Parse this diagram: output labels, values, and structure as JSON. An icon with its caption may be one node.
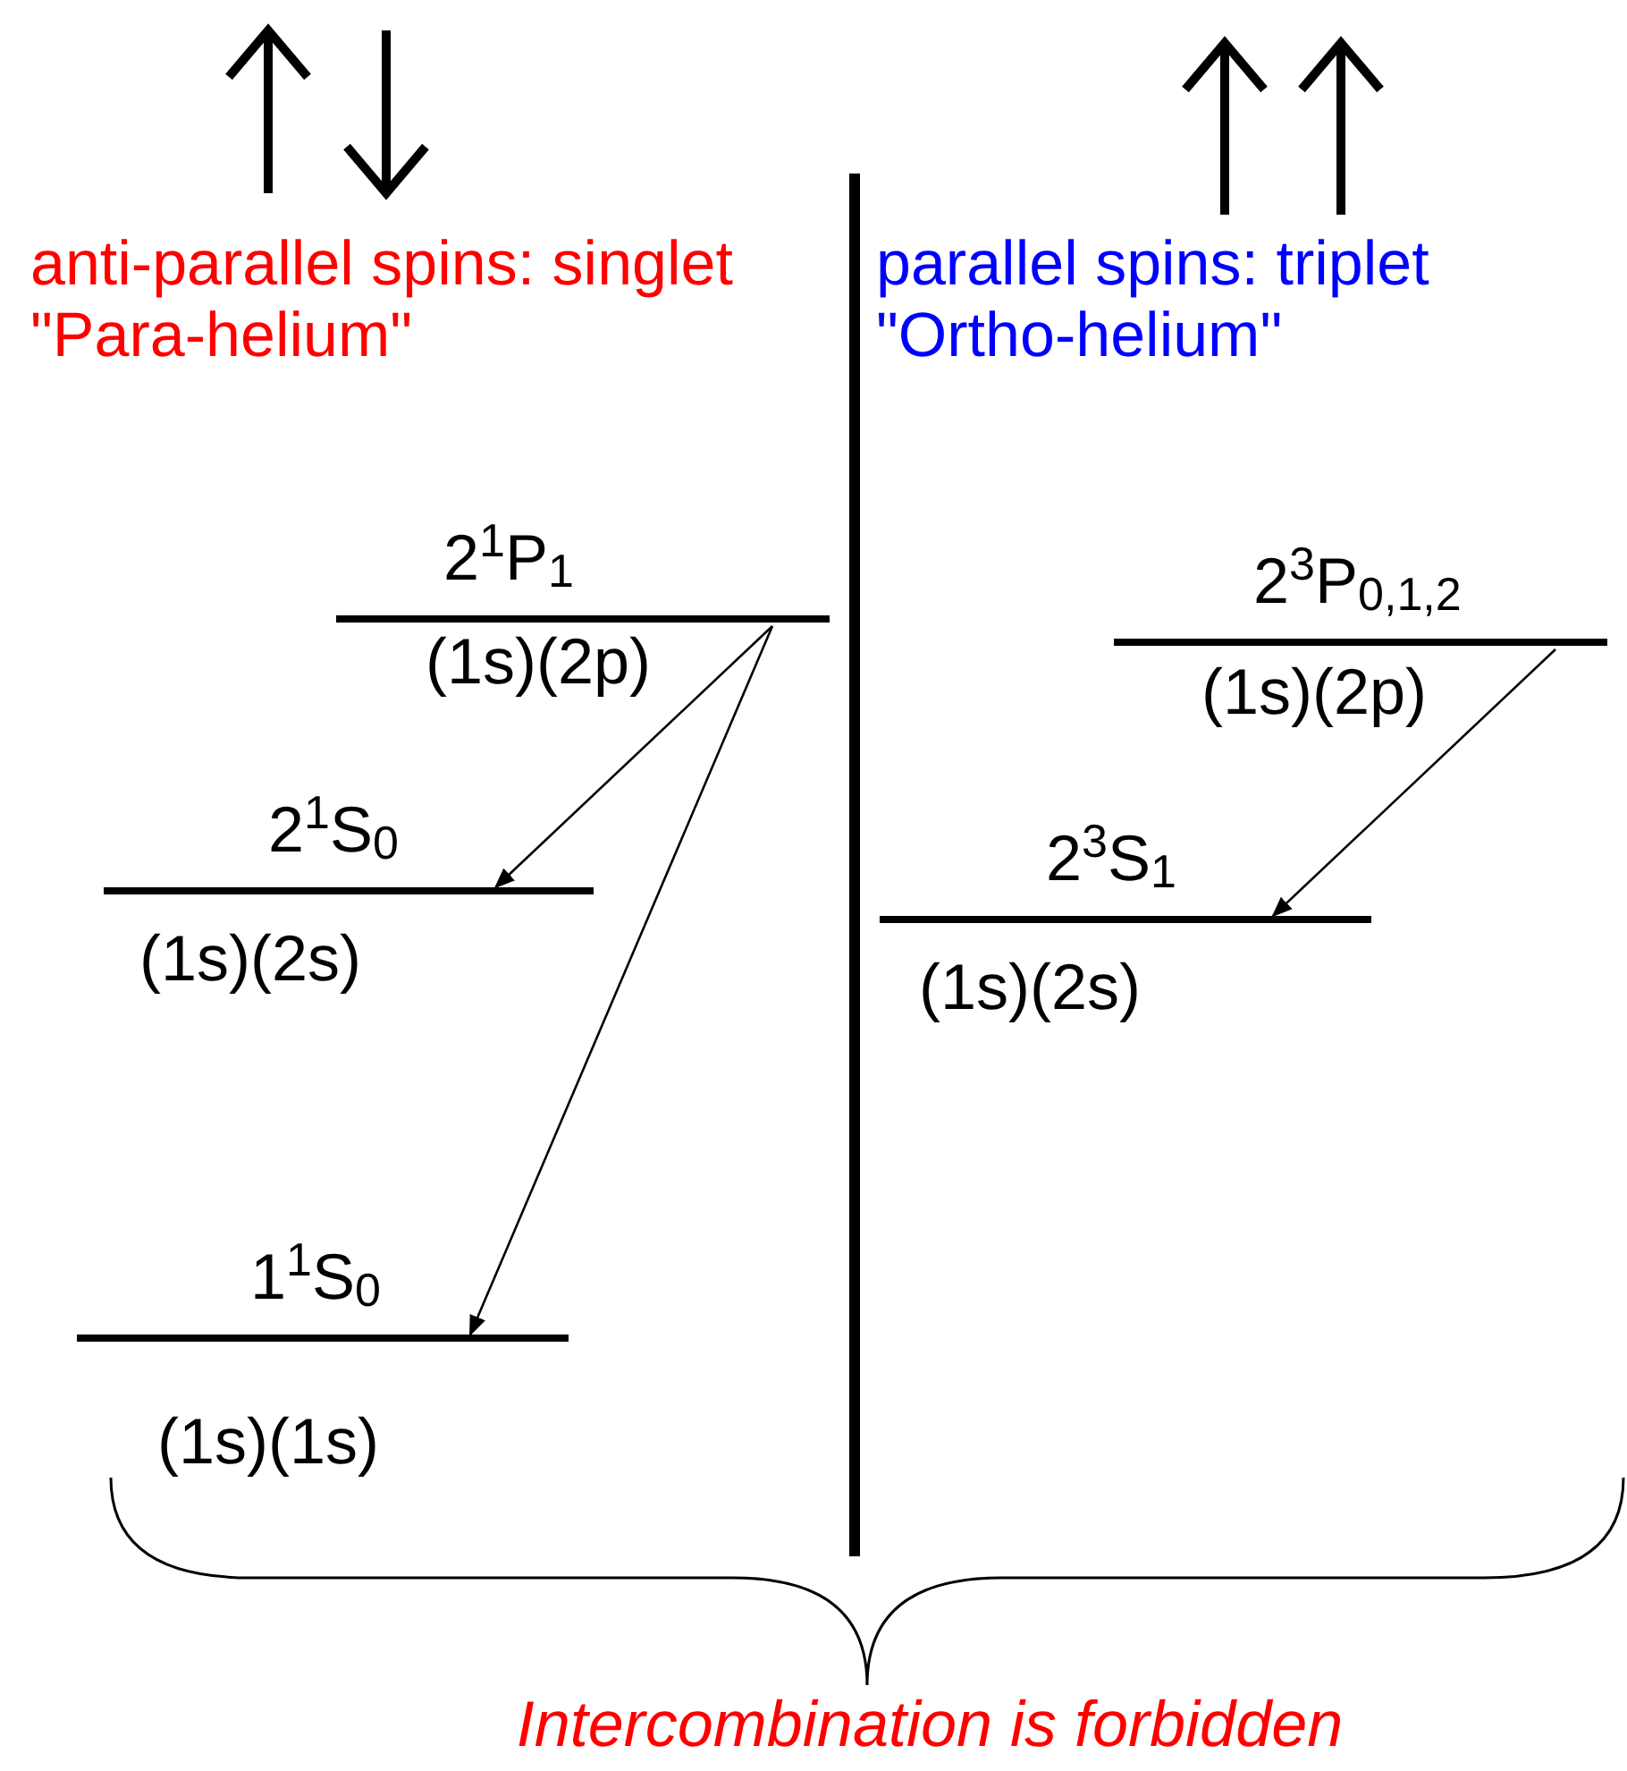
{
  "diagram": {
    "nodes": [
      {
        "text": [
          "2$^{1}$P$_{1}$",
          "(1s)(2p)"
        ]
      },
      {
        "text": [
          "2$^{1}$S$_{0}$",
          "(1s)(2s)"
        ]
      },
      {
        "text": [
          "1$^{1}$S$_{0}$",
          "(1s)(1s)"
        ]
      },
      {
        "text": [
          "2$^{3}$P$_{0,1,2}$",
          "(1s)(2p)"
        ]
      },
      {
        "text": [
          "2$^{3}$S$_{1}$",
          "(1s)(2s)"
        ]
      }
    ],
    "edges": [
      {
        "from": 0,
        "to": 1,
        "arrow": "to"
      },
      {
        "from": 0,
        "to": 2,
        "arrow": "to"
      },
      {
        "from": 3,
        "to": 4,
        "arrow": "to"
      }
    ],
    "labels": [
      "anti-parallel spins: singlet \"Para-helium\"",
      "parallel spins: triplet \"Ortho-helium\"",
      "Intercombination is forbidden"
    ]
  }
}
